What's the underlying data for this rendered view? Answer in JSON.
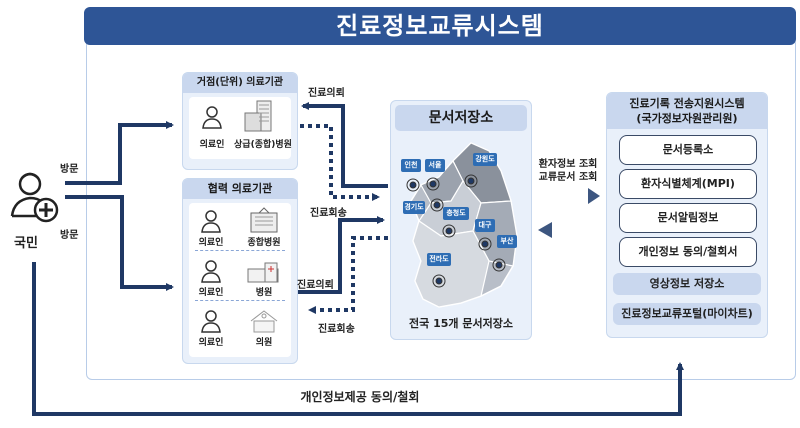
{
  "title": "진료정보교류시스템",
  "citizen": {
    "label": "국민",
    "visit_top": "방문",
    "visit_bottom": "방문"
  },
  "hub_institution": {
    "title": "거점(단위) 의료기관",
    "items": [
      {
        "icon": "doctor-icon",
        "label": "의료인"
      },
      {
        "icon": "hospital-building-icon",
        "label": "상급(종합)병원"
      }
    ]
  },
  "partner_institution": {
    "title": "협력 의료기관",
    "rows": [
      [
        {
          "icon": "doctor-icon",
          "label": "의료인"
        },
        {
          "icon": "general-hospital-icon",
          "label": "종합병원"
        }
      ],
      [
        {
          "icon": "doctor-icon",
          "label": "의료인"
        },
        {
          "icon": "hospital-icon",
          "label": "병원"
        }
      ],
      [
        {
          "icon": "doctor-icon",
          "label": "의료인"
        },
        {
          "icon": "clinic-icon",
          "label": "의원"
        }
      ]
    ]
  },
  "flows": {
    "referral_top": "진료의뢰",
    "return_top": "진료회송",
    "referral_bottom": "진료의뢰",
    "return_bottom": "진료회송"
  },
  "repository": {
    "title": "문서저장소",
    "caption": "전국 15개 문서저장소",
    "regions": [
      "인천",
      "서울",
      "강원도",
      "경기도",
      "충청도",
      "대구",
      "부산",
      "전라도"
    ]
  },
  "exchange": {
    "line1": "환자정보 조회",
    "line2": "교류문서 조회"
  },
  "support_system": {
    "title_line1": "진료기록 전송지원시스템",
    "title_line2": "(국가정보자원관리원)",
    "modules": [
      "문서등록소",
      "환자식별체계(MPI)",
      "문서알림정보",
      "개인정보 동의/철회서"
    ],
    "sub_modules": [
      "영상정보 저장소",
      "진료정보교류포털(마이차트)"
    ]
  },
  "consent_flow": "개인정보제공 동의/철회",
  "colors": {
    "brand": "#2e5596",
    "arrow": "#1f3864",
    "panel": "#e9f0fa",
    "panel_head": "#c9d7ee",
    "region_tag": "#2e6db4"
  }
}
